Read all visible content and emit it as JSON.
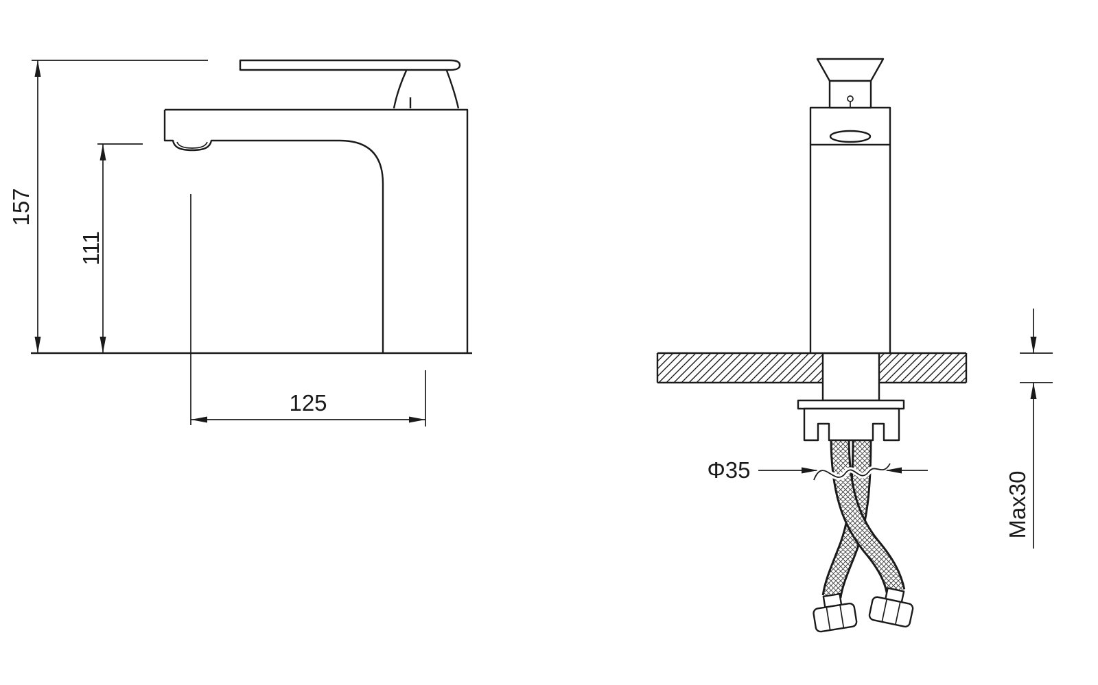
{
  "page": {
    "background_color": "#ffffff",
    "line_color": "#1a1a1a"
  },
  "drawing": {
    "side_view": {
      "dim_total_height": "157",
      "dim_spout_height": "111",
      "dim_spout_reach": "125"
    },
    "front_view": {
      "dim_hole_diameter": "Φ35",
      "dim_max_counter_thickness": "Max30"
    }
  }
}
